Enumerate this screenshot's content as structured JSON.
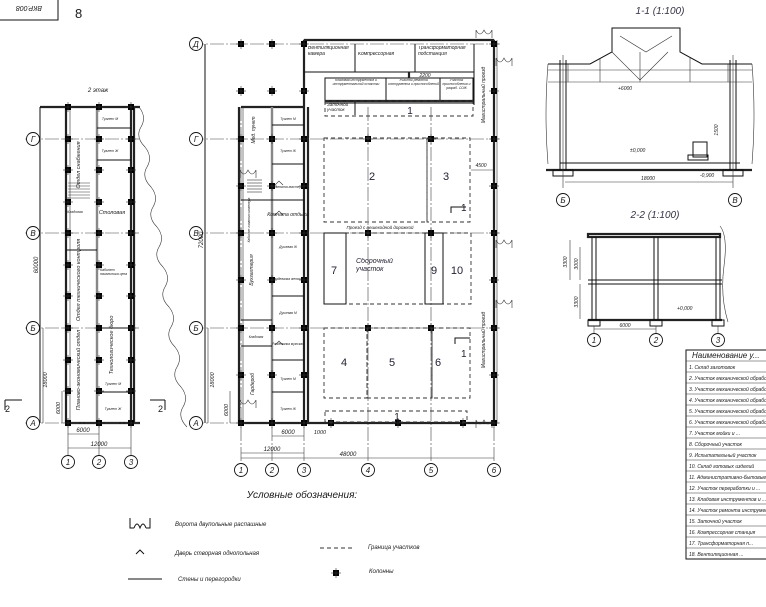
{
  "sheet": {
    "code": "ВКР.008",
    "page": "8"
  },
  "floor2_plan": {
    "title": "2 этаж",
    "axes_rows": [
      "Г",
      "В",
      "Б",
      "А"
    ],
    "axes_cols": [
      "1",
      "2",
      "3"
    ],
    "section_marks": [
      "2",
      "2"
    ],
    "dims": {
      "total_height": "60000",
      "lower": "18000",
      "bay": "6000",
      "bottom_bay": "6000",
      "bottom_total": "12000"
    },
    "rooms": {
      "supply": "Отдел снабжения",
      "wc_m_top": "Туалет М",
      "wc_f_top": "Туалет Ж",
      "storeroom": "Кладовая",
      "canteen": "Столовая",
      "qc": "Отдел технического контроля",
      "head_office": "Кабинет начальника цеха",
      "tech_bureau": "Технологическое бюро",
      "planning": "Планово-экономический отдел",
      "wc_m_bottom": "Туалет М",
      "wc_f_bottom": "Туалет Ж"
    }
  },
  "main_plan": {
    "axes_rows": [
      "Д",
      "Г",
      "В",
      "Б",
      "А"
    ],
    "axes_cols": [
      "1",
      "2",
      "3",
      "4",
      "5",
      "6"
    ],
    "dims": {
      "total_height": "72000",
      "lower": "18000",
      "bay": "6000",
      "bottom_bay": "6000",
      "bottom_12": "12000",
      "bottom_total": "48000",
      "offset": "1000",
      "aisle": "4500",
      "aux": "2200"
    },
    "rooms": {
      "ventilation": "Вентиляционная камера",
      "compressor": "Компрессорная",
      "transformer": "Трансформаторная подстанция",
      "tool_store": "Кладовая инструментов и инструментальной оснастки",
      "tool_repair": "Участок ремонта инструмента и приспособлений",
      "fixtures": "Участок приспособления и разраб. СОЖ",
      "sharpening": "Заточной участок",
      "medical": "Мед. пункт",
      "wc_m_1": "Туалет М",
      "wc_f_1": "Туалет Ж",
      "foreman": "Комната мастера",
      "rest": "Комната отдыха",
      "chief_engineer": "Кабинет главного инженера",
      "accounting": "Бухгалтерия",
      "shower_f": "Душевая Ж",
      "locker_f": "Раздевалка женская",
      "shower_m": "Душевая М",
      "storeroom": "Кладовая",
      "locker_m": "Раздевалка мужская",
      "wardrobe": "Гардероб",
      "wc_m_2": "Туалет М",
      "wc_f_2": "Туалет Ж"
    },
    "zones": {
      "z1_top": "1",
      "z2": "2",
      "z3": "3",
      "z4": "4",
      "z5": "5",
      "z6": "6",
      "z7": "7",
      "z9": "9",
      "z10": "10",
      "z1_bottom": "1",
      "assembly": "Сборочный участок"
    },
    "passage": "Проезд с пешеходной дорожкой",
    "main_drive_top": "Магистральный проезд",
    "main_drive_bottom": "Магистральный проезд",
    "section_marks": [
      "1",
      "1"
    ]
  },
  "section_1": {
    "title": "1-1 (1:100)",
    "level_top": "+6000",
    "level_zero": "±0,000",
    "level_bottom": "-0,900",
    "height": "1500",
    "span": "18000",
    "axes": [
      "Б",
      "В"
    ]
  },
  "section_2": {
    "title": "2-2 (1:100)",
    "h_total": "3300",
    "h_inner": "3000",
    "h_lower": "3300",
    "level_zero": "+0,000",
    "span": "6000",
    "axes": [
      "1",
      "2",
      "3"
    ]
  },
  "legend": {
    "title": "Условные обозначения:",
    "items": [
      {
        "symbol": "gate-icon",
        "label": "Ворота двупольные распашные"
      },
      {
        "symbol": "door-icon",
        "label": "Дверь створная однопольная"
      },
      {
        "symbol": "wall-line",
        "label": "Стены и перегородки"
      },
      {
        "symbol": "dashed-line",
        "label": "Граница участков"
      },
      {
        "symbol": "column-icon",
        "label": "Колонны"
      }
    ]
  },
  "names_table": {
    "header": "Наименование у...",
    "rows": [
      "1. Склад заготовок",
      "2. Участок механической обработки",
      "3. Участок механической обработки",
      "4. Участок механической обработки",
      "5. Участок механической обработки",
      "6. Участок механической обработки",
      "7. Участок мойки и ...",
      "8. Сборочный участок",
      "9. Испытательный участок",
      "10. Склад готовых изделий",
      "11. Административно-бытовые ...",
      "12. Участок переработки и ...",
      "13. Кладовая инструментов и ...",
      "14. Участок ремонта инструмента",
      "15. Заточной участок",
      "16. Компрессорная станция",
      "17. Трансформаторная п...",
      "18. Вентиляционная ..."
    ]
  }
}
